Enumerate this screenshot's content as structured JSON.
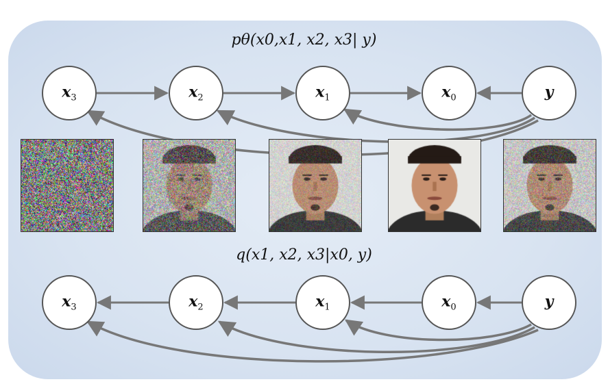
{
  "top": {
    "title": "pθ(x0,x1, x2, x3| y)",
    "nodes": [
      {
        "id": "x3",
        "letter": "x",
        "sub": "3"
      },
      {
        "id": "x2",
        "letter": "x",
        "sub": "2"
      },
      {
        "id": "x1",
        "letter": "x",
        "sub": "1"
      },
      {
        "id": "x0",
        "letter": "x",
        "sub": "0"
      },
      {
        "id": "y",
        "letter": "y",
        "sub": ""
      }
    ]
  },
  "bottom": {
    "title": "q(x1, x2, x3|x0, y)",
    "nodes": [
      {
        "id": "x3",
        "letter": "x",
        "sub": "3"
      },
      {
        "id": "x2",
        "letter": "x",
        "sub": "2"
      },
      {
        "id": "x1",
        "letter": "x",
        "sub": "1"
      },
      {
        "id": "x0",
        "letter": "x",
        "sub": "0"
      },
      {
        "id": "y",
        "letter": "y",
        "sub": ""
      }
    ]
  },
  "images": [
    {
      "name": "noise-image",
      "kind": "pure-noise"
    },
    {
      "name": "heavy-noise-face-image",
      "kind": "heavy-noise"
    },
    {
      "name": "light-noise-face-image",
      "kind": "light-noise"
    },
    {
      "name": "clean-face-image",
      "kind": "clean"
    },
    {
      "name": "degraded-face-image",
      "kind": "degraded"
    }
  ],
  "colors": {
    "panel": "#d8e3f1",
    "arrow": "#777777",
    "node_fill": "#ffffff",
    "node_stroke": "#555555"
  }
}
